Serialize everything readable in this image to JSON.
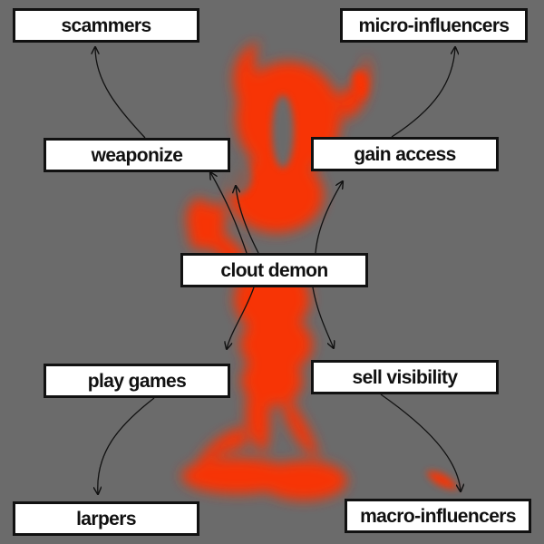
{
  "colors": {
    "background": "#6b6b6b",
    "demon": "#ff3300",
    "box_fill": "#ffffff",
    "box_border": "#111111",
    "connector": "#111111"
  },
  "illustration": {
    "subject": "blurred red-orange demon figure",
    "icon": "demon-icon"
  },
  "nodes": {
    "clout_demon": "clout demon",
    "weaponize": "weaponize",
    "gain_access": "gain access",
    "play_games": "play games",
    "sell_visibility": "sell visibility",
    "scammers": "scammers",
    "micro_influencers": "micro-influencers",
    "larpers": "larpers",
    "macro_influencers": "macro-influencers"
  }
}
